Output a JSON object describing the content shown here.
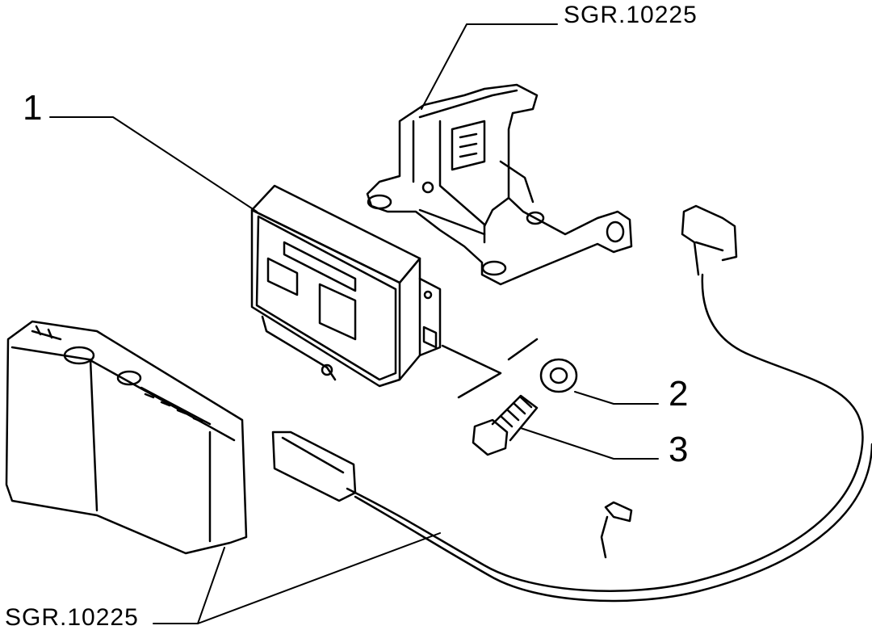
{
  "callouts": {
    "item_1": "1",
    "item_2": "2",
    "item_3": "3"
  },
  "references": {
    "top_ref": "SGR.10225",
    "bottom_ref": "SGR.10225"
  },
  "colors": {
    "ink": "#000000",
    "paper": "#ffffff"
  }
}
